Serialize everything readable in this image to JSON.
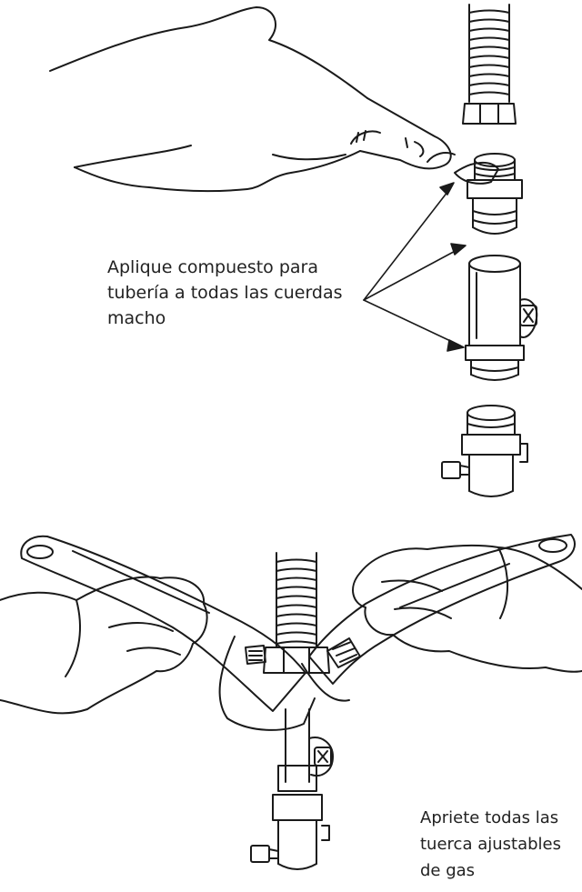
{
  "colors": {
    "ink": "#1a1a1a",
    "paper": "#ffffff"
  },
  "step_one": {
    "caption_lines": [
      "Aplique compuesto para",
      "tubería a todas las cuerdas",
      "macho"
    ]
  },
  "step_two": {
    "caption_lines": [
      "Apriete todas las",
      "tuerca ajustables",
      "de gas"
    ]
  }
}
